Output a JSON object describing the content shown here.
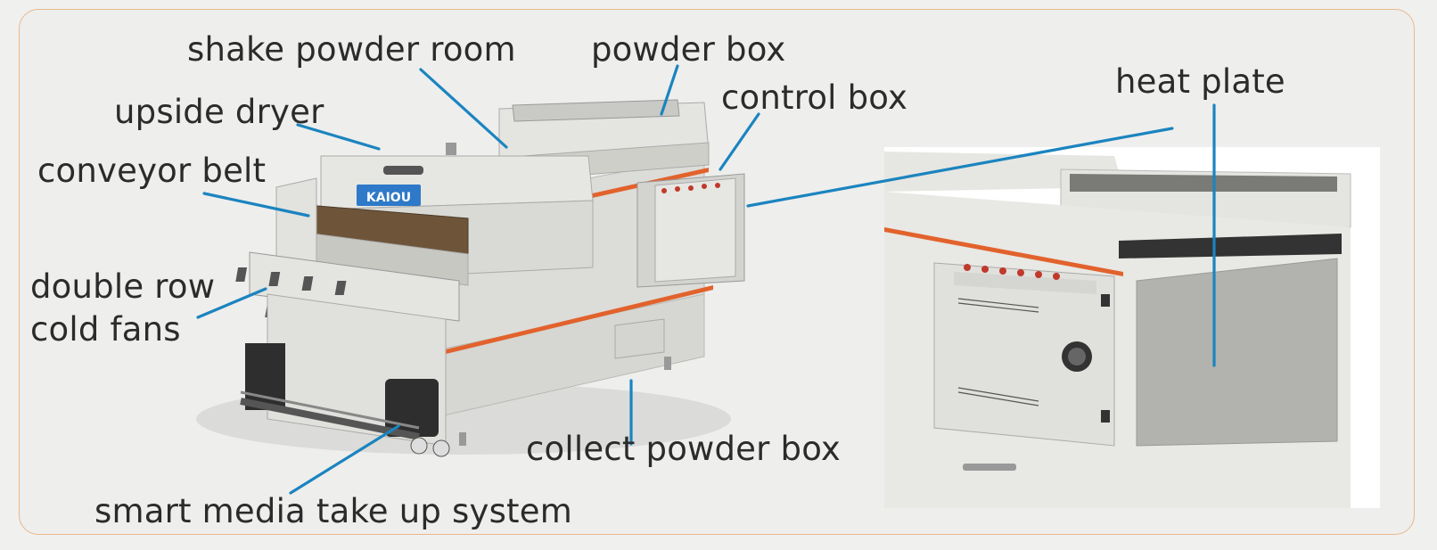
{
  "labels": {
    "shake_powder_room": "shake powder room",
    "powder_box": "powder box",
    "control_box": "control box",
    "heat_plate": "heat plate",
    "upside_dryer": "upside dryer",
    "conveyor_belt": "conveyor belt",
    "double_row_line1": "double row",
    "double_row_line2": "cold fans",
    "collect_powder_box": "collect powder box",
    "smart_media": "smart media take up system"
  },
  "brand_logo": "KAIOU",
  "colors": {
    "leader_line": "#1b84bf",
    "frame_border": "#e8b98a",
    "accent_stripe": "#e2622c",
    "machine_body": "#ddddd9"
  }
}
